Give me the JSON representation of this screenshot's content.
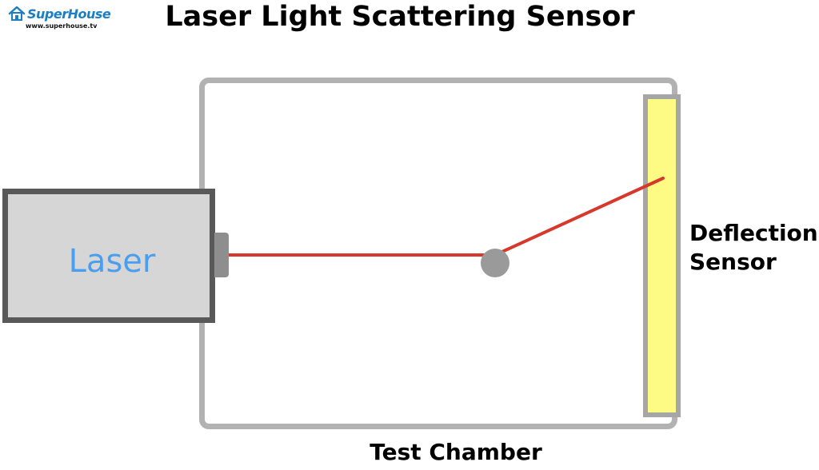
{
  "logo": {
    "name": "SuperHouse",
    "url": "www.superhouse.tv"
  },
  "title": "Laser Light Scattering Sensor",
  "laser": {
    "label": "Laser"
  },
  "sensor": {
    "label_line1": "Deflection",
    "label_line2": "Sensor"
  },
  "chamber": {
    "label": "Test Chamber"
  },
  "colors": {
    "beam": "#d6392b",
    "laser_label": "#4a9ef0",
    "sensor_fill": "#fdfb84",
    "chamber_border": "#b2b2b2",
    "laser_border": "#595959",
    "particle": "#9a9a9a",
    "logo": "#1a7fc4"
  }
}
